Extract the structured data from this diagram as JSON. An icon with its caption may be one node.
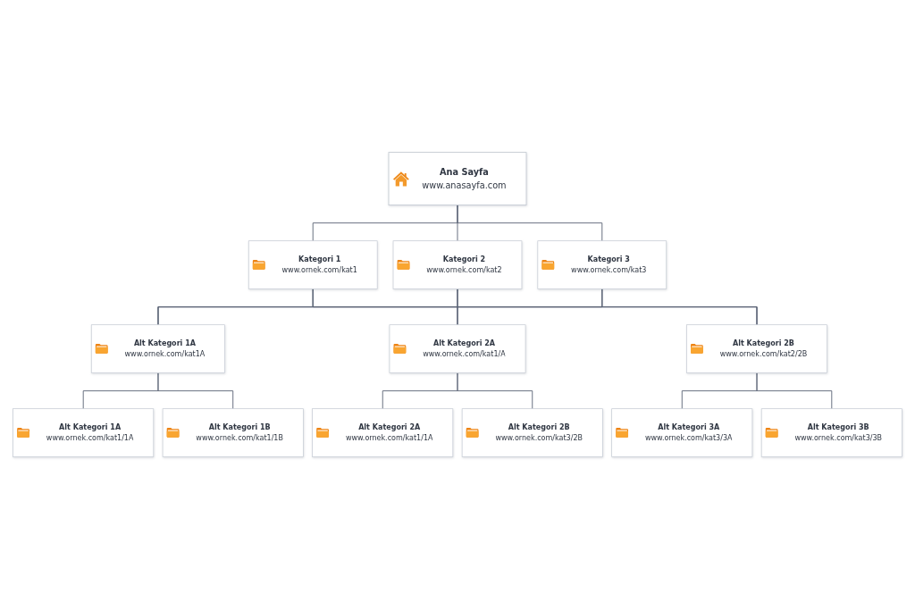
{
  "diagram": {
    "nodes": [
      {
        "text": [
          "Ana Sayfa",
          "www.anasayfa.com"
        ]
      },
      {
        "text": [
          "Kategori 1",
          "www.ornek.com/kat1"
        ]
      },
      {
        "text": [
          "Kategori 2",
          "www.ornek.com/kat2"
        ]
      },
      {
        "text": [
          "Kategori 3",
          "www.ornek.com/kat3"
        ]
      },
      {
        "text": [
          "Alt Kategori 1A",
          "www.ornek.com/kat1A"
        ]
      },
      {
        "text": [
          "Alt Kategori 2A",
          "www.ornek.com/kat1/A"
        ]
      },
      {
        "text": [
          "Alt Kategori 2B",
          "www.ornek.com/kat2/2B"
        ]
      },
      {
        "text": [
          "Alt Kategori 1A",
          "www.ornek.com/kat1/1A"
        ]
      },
      {
        "text": [
          "Alt Kategori 1B",
          "www.ornek.com/kat1/1B"
        ]
      },
      {
        "text": [
          "Alt Kategori 2A",
          "www.ornek.com/kat1/1A"
        ]
      },
      {
        "text": [
          "Alt Kategori 2B",
          "www.ornek.com/kat3/2B"
        ]
      },
      {
        "text": [
          "Alt Kategori 3A",
          "www.ornek.com/kat3/3A"
        ]
      },
      {
        "text": [
          "Alt Kategori 3B",
          "www.ornek.com/kat3/3B"
        ]
      }
    ],
    "edges": [
      {
        "from": 0,
        "to": 1,
        "arrow": "none"
      },
      {
        "from": 0,
        "to": 2,
        "arrow": "none"
      },
      {
        "from": 0,
        "to": 3,
        "arrow": "none"
      },
      {
        "from": 1,
        "to": 4,
        "arrow": "none"
      },
      {
        "from": 1,
        "to": 5,
        "arrow": "none"
      },
      {
        "from": 1,
        "to": 6,
        "arrow": "none"
      },
      {
        "from": 2,
        "to": 4,
        "arrow": "none"
      },
      {
        "from": 2,
        "to": 5,
        "arrow": "none"
      },
      {
        "from": 2,
        "to": 6,
        "arrow": "none"
      },
      {
        "from": 3,
        "to": 4,
        "arrow": "none"
      },
      {
        "from": 3,
        "to": 5,
        "arrow": "none"
      },
      {
        "from": 3,
        "to": 6,
        "arrow": "none"
      },
      {
        "from": 4,
        "to": 7,
        "arrow": "none"
      },
      {
        "from": 4,
        "to": 8,
        "arrow": "none"
      },
      {
        "from": 5,
        "to": 9,
        "arrow": "none"
      },
      {
        "from": 5,
        "to": 10,
        "arrow": "none"
      },
      {
        "from": 6,
        "to": 11,
        "arrow": "none"
      },
      {
        "from": 6,
        "to": 12,
        "arrow": "none"
      }
    ]
  }
}
